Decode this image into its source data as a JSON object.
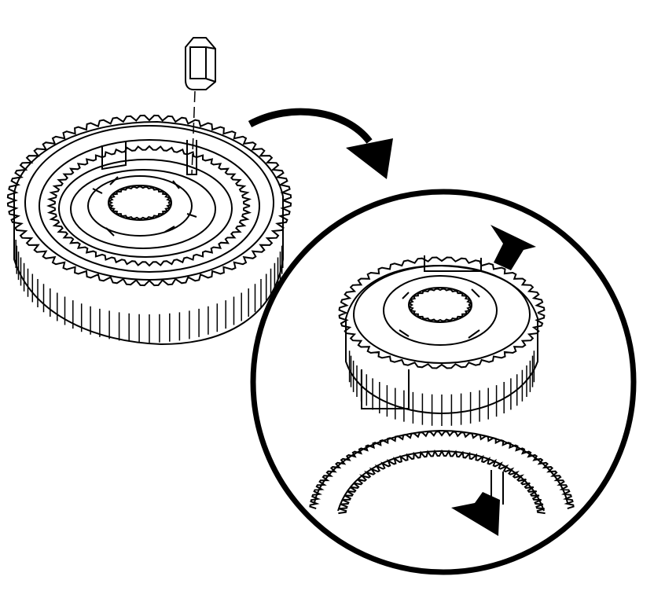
{
  "diagram": {
    "stroke_color": "#000000",
    "fill_color": "#ffffff",
    "components": [
      {
        "name": "synchronizer-key"
      },
      {
        "name": "synchronizer-assembly"
      },
      {
        "name": "synchronizer-hub"
      },
      {
        "name": "synchronizer-sleeve"
      }
    ],
    "arrows": [
      "curved-callout-arrow",
      "pointer-arrow-hub-slot",
      "pointer-arrow-sleeve-spline"
    ],
    "detail_view": "magnified-circle"
  }
}
